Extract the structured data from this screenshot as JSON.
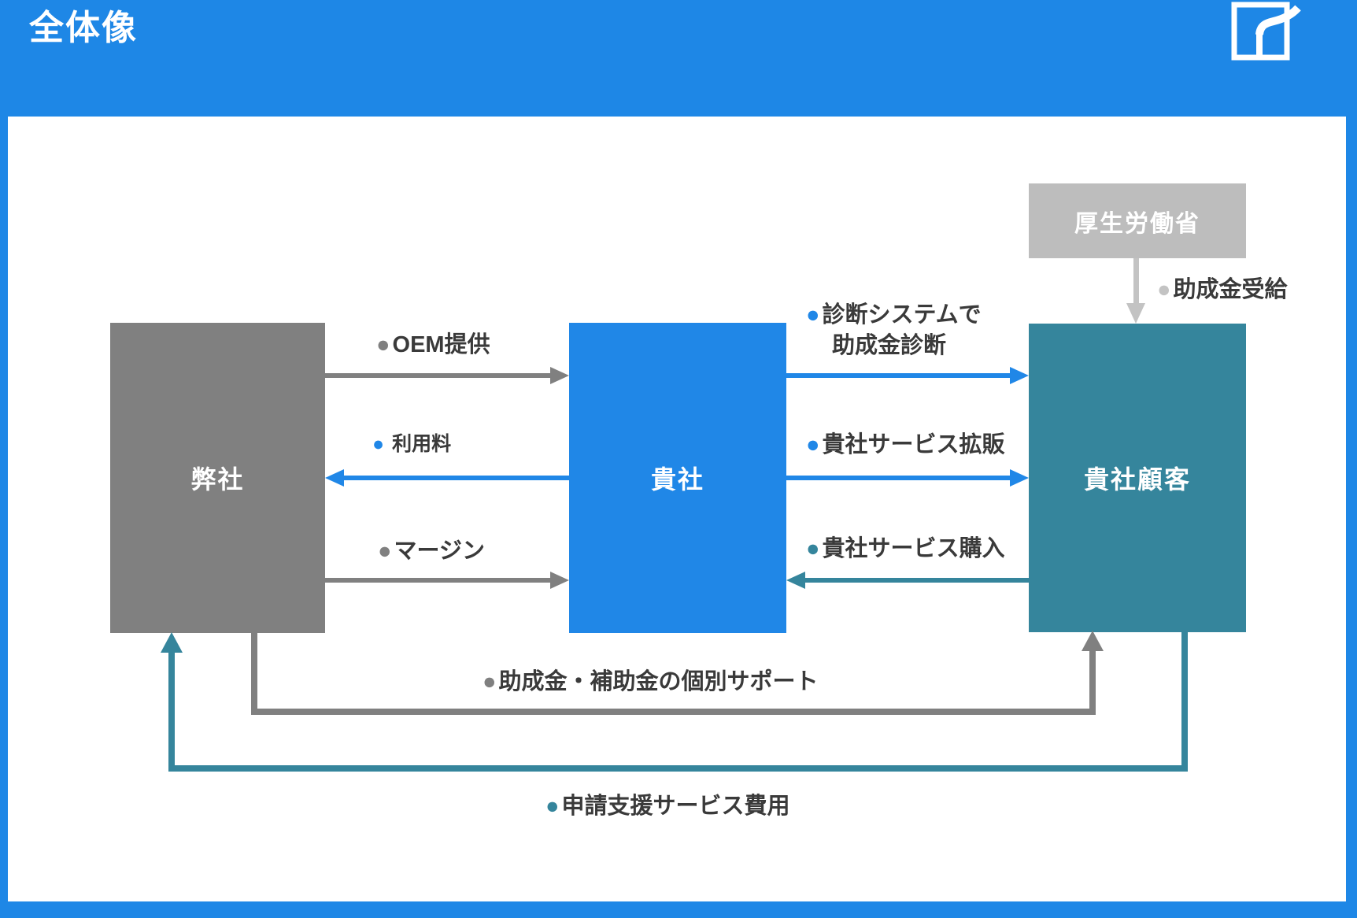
{
  "header": {
    "title": "全体像"
  },
  "colors": {
    "background_blue": "#1E87E6",
    "panel_white": "#FFFFFF",
    "box_gray": "#808080",
    "box_blue": "#2087E7",
    "box_teal": "#35859C",
    "box_light_gray": "#BDBDBD",
    "arrow_gray": "#808080",
    "arrow_blue": "#2087E7",
    "arrow_teal": "#35859C",
    "arrow_light_gray": "#C3C3C3",
    "label_text": "#3A3A3A",
    "node_text": "#FFFFFF"
  },
  "nodes": {
    "our_company": {
      "label": "弊社"
    },
    "your_company": {
      "label": "貴社"
    },
    "customer": {
      "label": "貴社顧客"
    },
    "ministry": {
      "label": "厚生労働省"
    }
  },
  "flows": {
    "oem": {
      "bullet": "●",
      "text": "OEM提供"
    },
    "usage_fee": {
      "bullet": "●",
      "text": "利用料"
    },
    "margin": {
      "bullet": "●",
      "text": "マージン"
    },
    "diagnosis": {
      "bullet": "●",
      "text_line1": "診断システムで",
      "text_line2": "助成金診断"
    },
    "expansion": {
      "bullet": "●",
      "text": "貴社サービス拡販"
    },
    "purchase": {
      "bullet": "●",
      "text": "貴社サービス購入"
    },
    "subsidy_receipt": {
      "bullet": "●",
      "text": "助成金受給"
    },
    "individual_support": {
      "bullet": "●",
      "text": "助成金・補助金の個別サポート"
    },
    "application_fee": {
      "bullet": "●",
      "text": "申請支援サービス費用"
    }
  }
}
